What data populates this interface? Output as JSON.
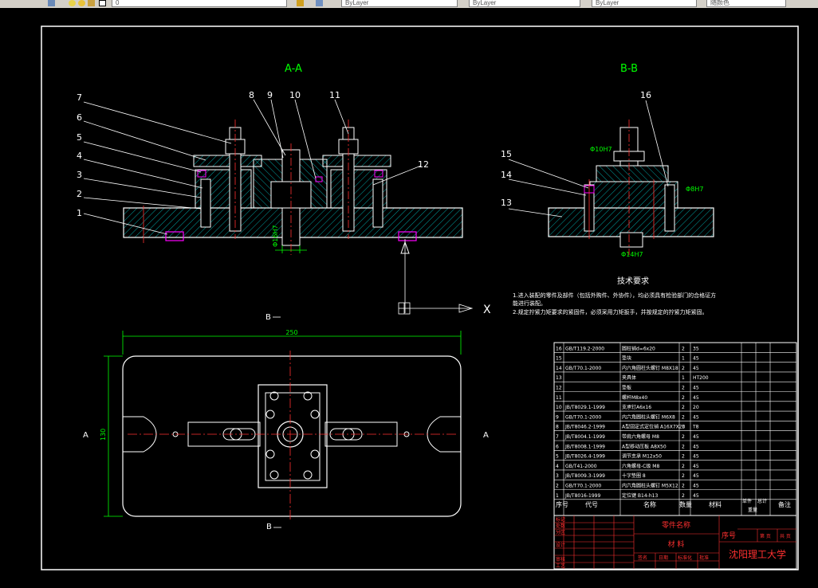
{
  "toolbar": {
    "layer_value": "0",
    "color_value": "ByLayer",
    "linetype_value": "ByLayer",
    "lineweight_value": "ByLayer",
    "plotstyle_value": "随颜色"
  },
  "drawing": {
    "section_aa": "A-A",
    "section_bb": "B-B",
    "callouts_aa": [
      "1",
      "2",
      "3",
      "4",
      "5",
      "6",
      "7",
      "8",
      "9",
      "10",
      "11",
      "12"
    ],
    "callouts_bb": [
      "13",
      "14",
      "15",
      "16"
    ],
    "dim_bore_aa": "Φ16H7",
    "dim_bore_bb_top": "Φ10H7",
    "dim_bore_bb_side": "Φ8H7",
    "dim_bore_bb_bottom": "Φ14H7",
    "dim_length": "250",
    "dim_height": "130",
    "view_marker_a_left": "A",
    "view_marker_a_right": "A",
    "view_marker_b_top": "B",
    "view_marker_b_bottom": "B",
    "ucs_x": "X"
  },
  "tech_req": {
    "title": "技术要求",
    "lines": [
      "1.进入装配的零件及部件（包括外购件、外协件），均必须具有检验部门的合格证方",
      "能进行装配。",
      "2.规定拧紧力矩要求的紧固件，必须采用力矩扳手，并按规定的拧紧力矩紧固。"
    ]
  },
  "bom": {
    "rows": [
      {
        "no": "16",
        "code": "GB/T119.2-2000",
        "name": "圆柱销d=6x20",
        "qty": "2",
        "mat": "35"
      },
      {
        "no": "15",
        "code": "",
        "name": "垫块",
        "qty": "1",
        "mat": "45"
      },
      {
        "no": "14",
        "code": "GB/T70.1-2000",
        "name": "内六角圆柱头螺钉 M8X18",
        "qty": "2",
        "mat": "45"
      },
      {
        "no": "13",
        "code": "",
        "name": "夹具体",
        "qty": "1",
        "mat": "HT200"
      },
      {
        "no": "12",
        "code": "",
        "name": "垫板",
        "qty": "2",
        "mat": "45"
      },
      {
        "no": "11",
        "code": "",
        "name": "螺杆M8x40",
        "qty": "2",
        "mat": "45"
      },
      {
        "no": "10",
        "code": "JB/T8029.1-1999",
        "name": "支承钉A6x16",
        "qty": "2",
        "mat": "20"
      },
      {
        "no": "9",
        "code": "GB/T70.1-2000",
        "name": "内六角圆柱头螺钉 M6X8",
        "qty": "2",
        "mat": "45"
      },
      {
        "no": "8",
        "code": "JB/T8046.2-1999",
        "name": "A型固定式定位销 A16X7X20",
        "qty": "1",
        "mat": "T8"
      },
      {
        "no": "7",
        "code": "JB/T8004.1-1999",
        "name": "带肩六角螺母 M8",
        "qty": "2",
        "mat": "45"
      },
      {
        "no": "6",
        "code": "JB/T8008.1-1999",
        "name": "A型移动压板 A8X50",
        "qty": "2",
        "mat": "45"
      },
      {
        "no": "5",
        "code": "JB/T8026.4-1999",
        "name": "调节支承 M12x50",
        "qty": "2",
        "mat": "45"
      },
      {
        "no": "4",
        "code": "GB/T41-2000",
        "name": "六角螺母-C级 M8",
        "qty": "2",
        "mat": "45"
      },
      {
        "no": "3",
        "code": "JB/T8009.3-1999",
        "name": "十字垫圈 8",
        "qty": "2",
        "mat": "45"
      },
      {
        "no": "2",
        "code": "GB/T70.1-2000",
        "name": "内六角圆柱头螺钉 M5X12",
        "qty": "2",
        "mat": "45"
      },
      {
        "no": "1",
        "code": "JB/T8016-1999",
        "name": "定位键 B14-h13",
        "qty": "2",
        "mat": "45"
      }
    ],
    "headers": {
      "no": "序号",
      "code": "代号",
      "name": "名称",
      "qty": "数量",
      "mat": "材料",
      "single": "单件",
      "total": "总计",
      "weight": "重量",
      "remark": "备注"
    }
  },
  "title_block": {
    "part_name": "零件名称",
    "material": "材 料",
    "no_label": "序号",
    "school": "沈阳理工大学",
    "sheet_cells": [
      "第 页",
      "共 页"
    ],
    "left_cells": [
      "标记",
      "处数",
      "分区",
      "设计",
      "审核",
      "工艺"
    ],
    "small_cells": [
      "签名",
      "日期",
      "标准化",
      "批准"
    ]
  }
}
